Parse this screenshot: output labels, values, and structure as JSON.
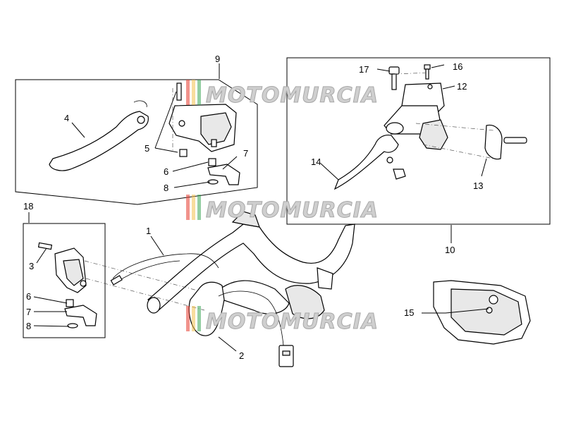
{
  "watermark": {
    "text": "MOTOMURCIA",
    "stripe_colors": [
      "#e63b2e",
      "#f2c14e",
      "#3aa655"
    ]
  },
  "labels": {
    "l1": "1",
    "l2": "2",
    "l3": "3",
    "l4": "4",
    "l5": "5",
    "l6a": "6",
    "l6b": "6",
    "l7a": "7",
    "l7b": "7",
    "l8a": "8",
    "l8b": "8",
    "l9": "9",
    "l10": "10",
    "l12": "12",
    "l13": "13",
    "l14": "14",
    "l15": "15",
    "l16": "16",
    "l17": "17",
    "l18": "18"
  }
}
